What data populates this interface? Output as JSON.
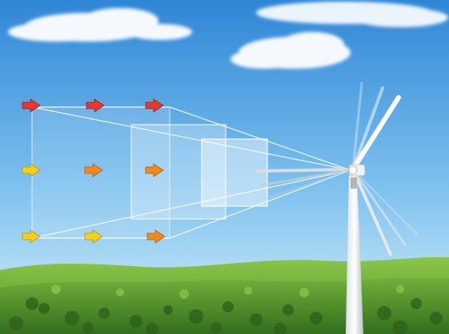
{
  "scene": {
    "subject": "wind-turbine-airflow-illustration",
    "colors": {
      "sky_top": "#2f88d8",
      "sky_bottom": "#cfe9f6",
      "hill_light": "#7fbf3f",
      "hill_dark": "#3f7a22",
      "turbine": "#f3f6f8",
      "arrow_red": "#e23b2e",
      "arrow_orange": "#f08a1e",
      "arrow_yellow": "#f5cf1d"
    },
    "arrow_rows": [
      {
        "row": "top",
        "color": "red",
        "count": 3
      },
      {
        "row": "middle",
        "color_sequence": [
          "yellow",
          "orange",
          "orange"
        ],
        "count": 3
      },
      {
        "row": "bottom",
        "color_sequence": [
          "yellow",
          "yellow",
          "orange"
        ],
        "count": 3
      }
    ],
    "panels": 3,
    "blades_visible": 6
  }
}
